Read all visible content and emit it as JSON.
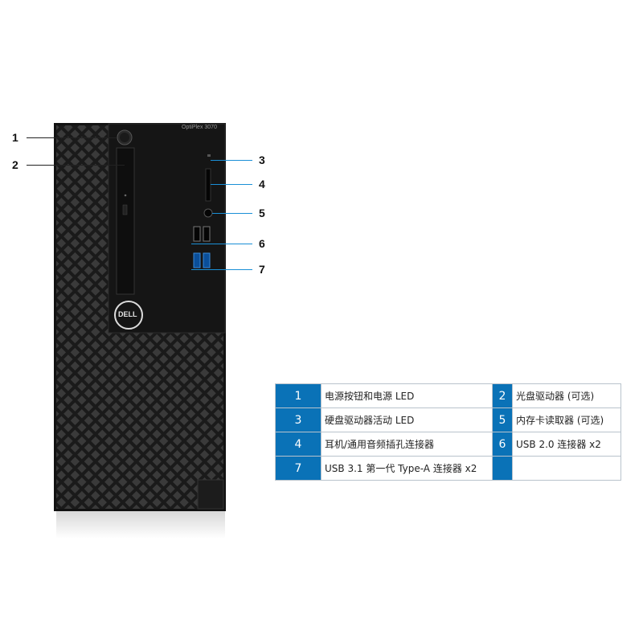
{
  "tower": {
    "model_label": "OptiPlex 3070",
    "logo_text": "DELL",
    "brand_color": "#0a72b7",
    "callout_color": "#1a8fd6",
    "icons": [
      "power-button-icon",
      "hdd-activity-icon",
      "sd-card-slot-icon",
      "headset-jack-icon",
      "usb2-port-icon",
      "usb3-port-icon",
      "dell-logo-icon"
    ]
  },
  "callouts": [
    "1",
    "2",
    "3",
    "4",
    "5",
    "6",
    "7"
  ],
  "legend": {
    "rows": [
      {
        "n1": "1",
        "d1": "电源按钮和电源 LED",
        "n2": "2",
        "d2": "光盘驱动器 (可选)"
      },
      {
        "n1": "3",
        "d1": "硬盘驱动器活动 LED",
        "n2": "5",
        "d2": "内存卡读取器 (可选)"
      },
      {
        "n1": "4",
        "d1": "耳机/通用音频插孔连接器",
        "n2": "6",
        "d2": "USB 2.0 连接器 x2"
      },
      {
        "n1": "7",
        "d1": "USB 3.1 第一代 Type-A 连接器 x2",
        "n2": "",
        "d2": ""
      }
    ]
  }
}
